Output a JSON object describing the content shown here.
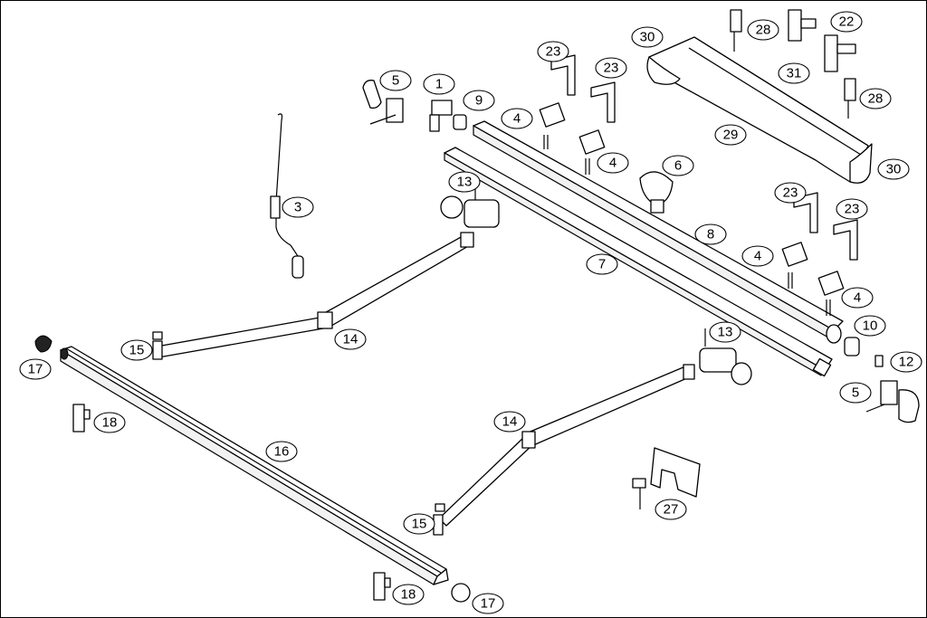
{
  "callouts": {
    "c1": "1",
    "c3": "3",
    "c4a": "4",
    "c4b": "4",
    "c4c": "4",
    "c4d": "4",
    "c5a": "5",
    "c5b": "5",
    "c6": "6",
    "c7": "7",
    "c8": "8",
    "c9": "9",
    "c10": "10",
    "c12": "12",
    "c13a": "13",
    "c13b": "13",
    "c14a": "14",
    "c14b": "14",
    "c15a": "15",
    "c15b": "15",
    "c16": "16",
    "c17a": "17",
    "c17b": "17",
    "c18a": "18",
    "c18b": "18",
    "c22": "22",
    "c23a": "23",
    "c23b": "23",
    "c23c": "23",
    "c23d": "23",
    "c27": "27",
    "c28a": "28",
    "c28b": "28",
    "c29": "29",
    "c30a": "30",
    "c30b": "30",
    "c31": "31"
  }
}
